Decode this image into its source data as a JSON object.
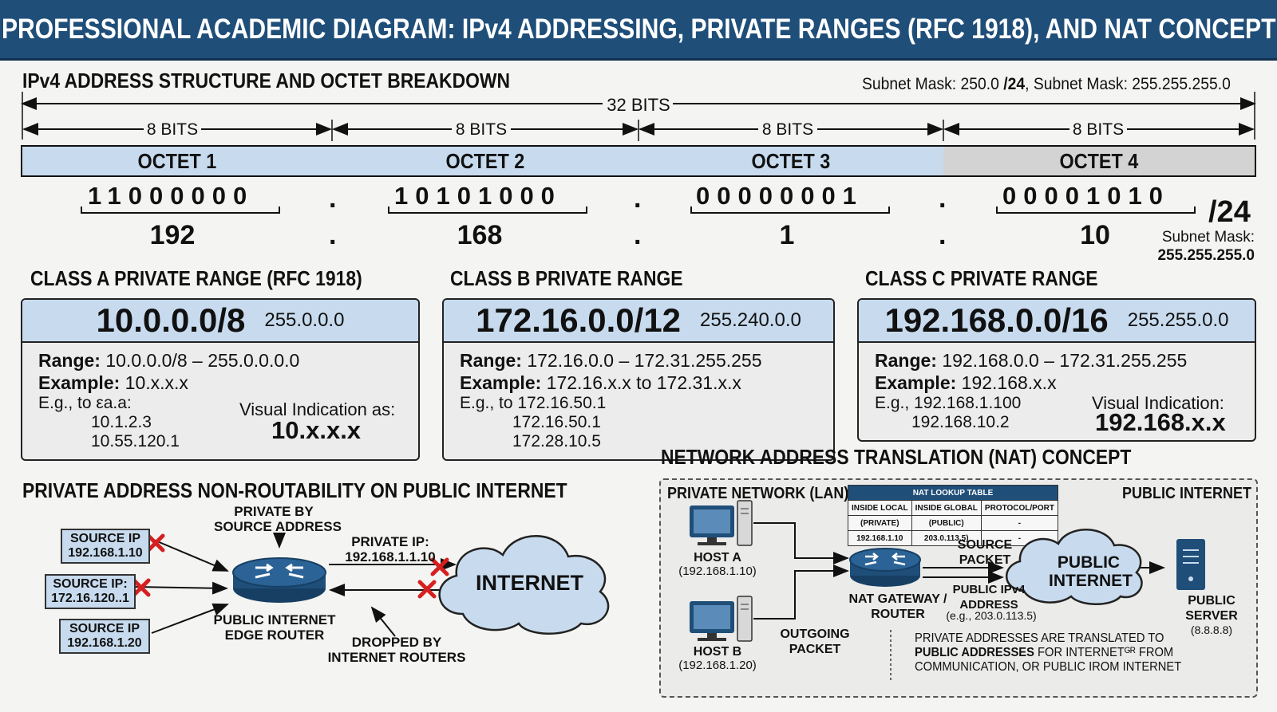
{
  "title": "PROFESSIONAL ACADEMIC DIAGRAM: IPv4 ADDRESSING, PRIVATE RANGES (RFC 1918), AND NAT CONCEPT",
  "structure": {
    "heading": "IPv4 ADDRESS STRUCTURE AND OCTET BREAKDOWN",
    "mask_note_a": "Subnet Mask: 250.0 ",
    "mask_note_prefix": "/24",
    "mask_note_b": ", Subnet Mask: 255.255.255.0",
    "total_bits": "32 BITS",
    "octet_bits": [
      "8 BITS",
      "8 BITS",
      "8 BITS",
      "8 BITS"
    ],
    "octets": [
      {
        "name": "OCTET 1",
        "binary": "11000000",
        "decimal": "192"
      },
      {
        "name": "OCTET 2",
        "binary": "10101000",
        "decimal": "168"
      },
      {
        "name": "OCTET 3",
        "binary": "00000001",
        "decimal": "1"
      },
      {
        "name": "OCTET 4",
        "binary": "00001010",
        "decimal": "10"
      }
    ],
    "dot": ".",
    "prefix": "/24",
    "side_mask_label": "Subnet Mask:",
    "side_mask_value": "255.255.255.0"
  },
  "class_a": {
    "heading": "CLASS A PRIVATE RANGE (RFC 1918)",
    "network": "10.0.0.0/8",
    "mask": "255.0.0.0",
    "range_label": "Range:",
    "range_value": "10.0.0.0/8 – 255.0.0.0.0",
    "example_label": "Example:",
    "example_value": "10.x.x.x",
    "eg_line": "E.g., to εa.a:",
    "eg_1": "10.1.2.3",
    "eg_2": "10.55.120.1",
    "visual_label": "Visual Indication as:",
    "visual_value": "10.x.x.x"
  },
  "class_b": {
    "heading": "CLASS B PRIVATE RANGE",
    "network": "172.16.0.0/12",
    "mask": "255.240.0.0",
    "range_label": "Range:",
    "range_value": "172.16.0.0 – 172.31.255.255",
    "example_label": "Example:",
    "example_value": "172.16.x.x to 172.31.x.x",
    "eg_line": "E.g., to 172.16.50.1",
    "eg_1": "172.16.50.1",
    "eg_2": "172.28.10.5"
  },
  "class_c": {
    "heading": "CLASS C PRIVATE RANGE",
    "network": "192.168.0.0/16",
    "mask": "255.255.0.0",
    "range_label": "Range:",
    "range_value": "192.168.0.0 – 172.31.255.255",
    "example_label": "Example:",
    "example_value": "192.168.x.x",
    "eg_line": "E.g., 192.168.1.100",
    "eg_1": "192.168.10.2",
    "visual_label": "Visual Indication:",
    "visual_value": "192.168.x.x"
  },
  "routability": {
    "heading": "PRIVATE ADDRESS NON-ROUTABILITY ON PUBLIC INTERNET",
    "sources": [
      "SOURCE IP\n192.168.1.10",
      "SOURCE IP:\n172.16.120..1",
      "SOURCE IP\n192.168.1.20"
    ],
    "router_top": "PRIVATE BY\nSOURCE ADDRESS",
    "router_bottom": "PUBLIC INTERNET\nEDGE ROUTER",
    "private_ip": "PRIVATE IP:\n192.168.1.1.10",
    "dropped": "DROPPED BY\nINTERNET ROUTERS",
    "internet": "INTERNET"
  },
  "nat": {
    "heading": "NETWORK ADDRESS TRANSLATION (NAT) CONCEPT",
    "lan_label": "PRIVATE NETWORK (LAN)",
    "public_label": "PUBLIC INTERNET",
    "table_title": "NAT LOOKUP TABLE",
    "table_headers": [
      "INSIDE LOCAL",
      "INSIDE GLOBAL",
      "PROTOCOL/PORT"
    ],
    "table_rows": [
      [
        "(PRIVATE)",
        "(PUBLIC)",
        "-"
      ],
      [
        "192.168.1.10",
        "203.0.113.5)",
        "-"
      ]
    ],
    "host_a": "HOST A",
    "host_a_ip": "(192.168.1.10)",
    "host_b": "HOST B",
    "host_b_ip": "(192.168.1.20)",
    "gateway": "NAT GATEWAY /\nROUTER",
    "source_packet": "SOURCE\nPACKET",
    "public_ipv4": "PUBLIC IPv4\nADDRESS",
    "public_ipv4_eg": "(e.g., 203.0.113.5)",
    "outgoing": "OUTGOING\nPACKET",
    "cloud": "PUBLIC\nINTERNET",
    "server": "PUBLIC\nSERVER",
    "server_ip": "(8.8.8.8)",
    "note_1": "PRIVATE ADDRESSES ARE TRANSLATED TO",
    "note_2b": "PUBLIC ADDRESSES",
    "note_2": " FOR INTERNETᴳᴿ FROM",
    "note_3": "COMMUNICATION, OR PUBLIC IROM INTERNET"
  },
  "colors": {
    "title_bg": "#1f4e79",
    "header_fill": "#c8dbee",
    "drop_mark": "#d62020",
    "device": "#1f4e79"
  }
}
